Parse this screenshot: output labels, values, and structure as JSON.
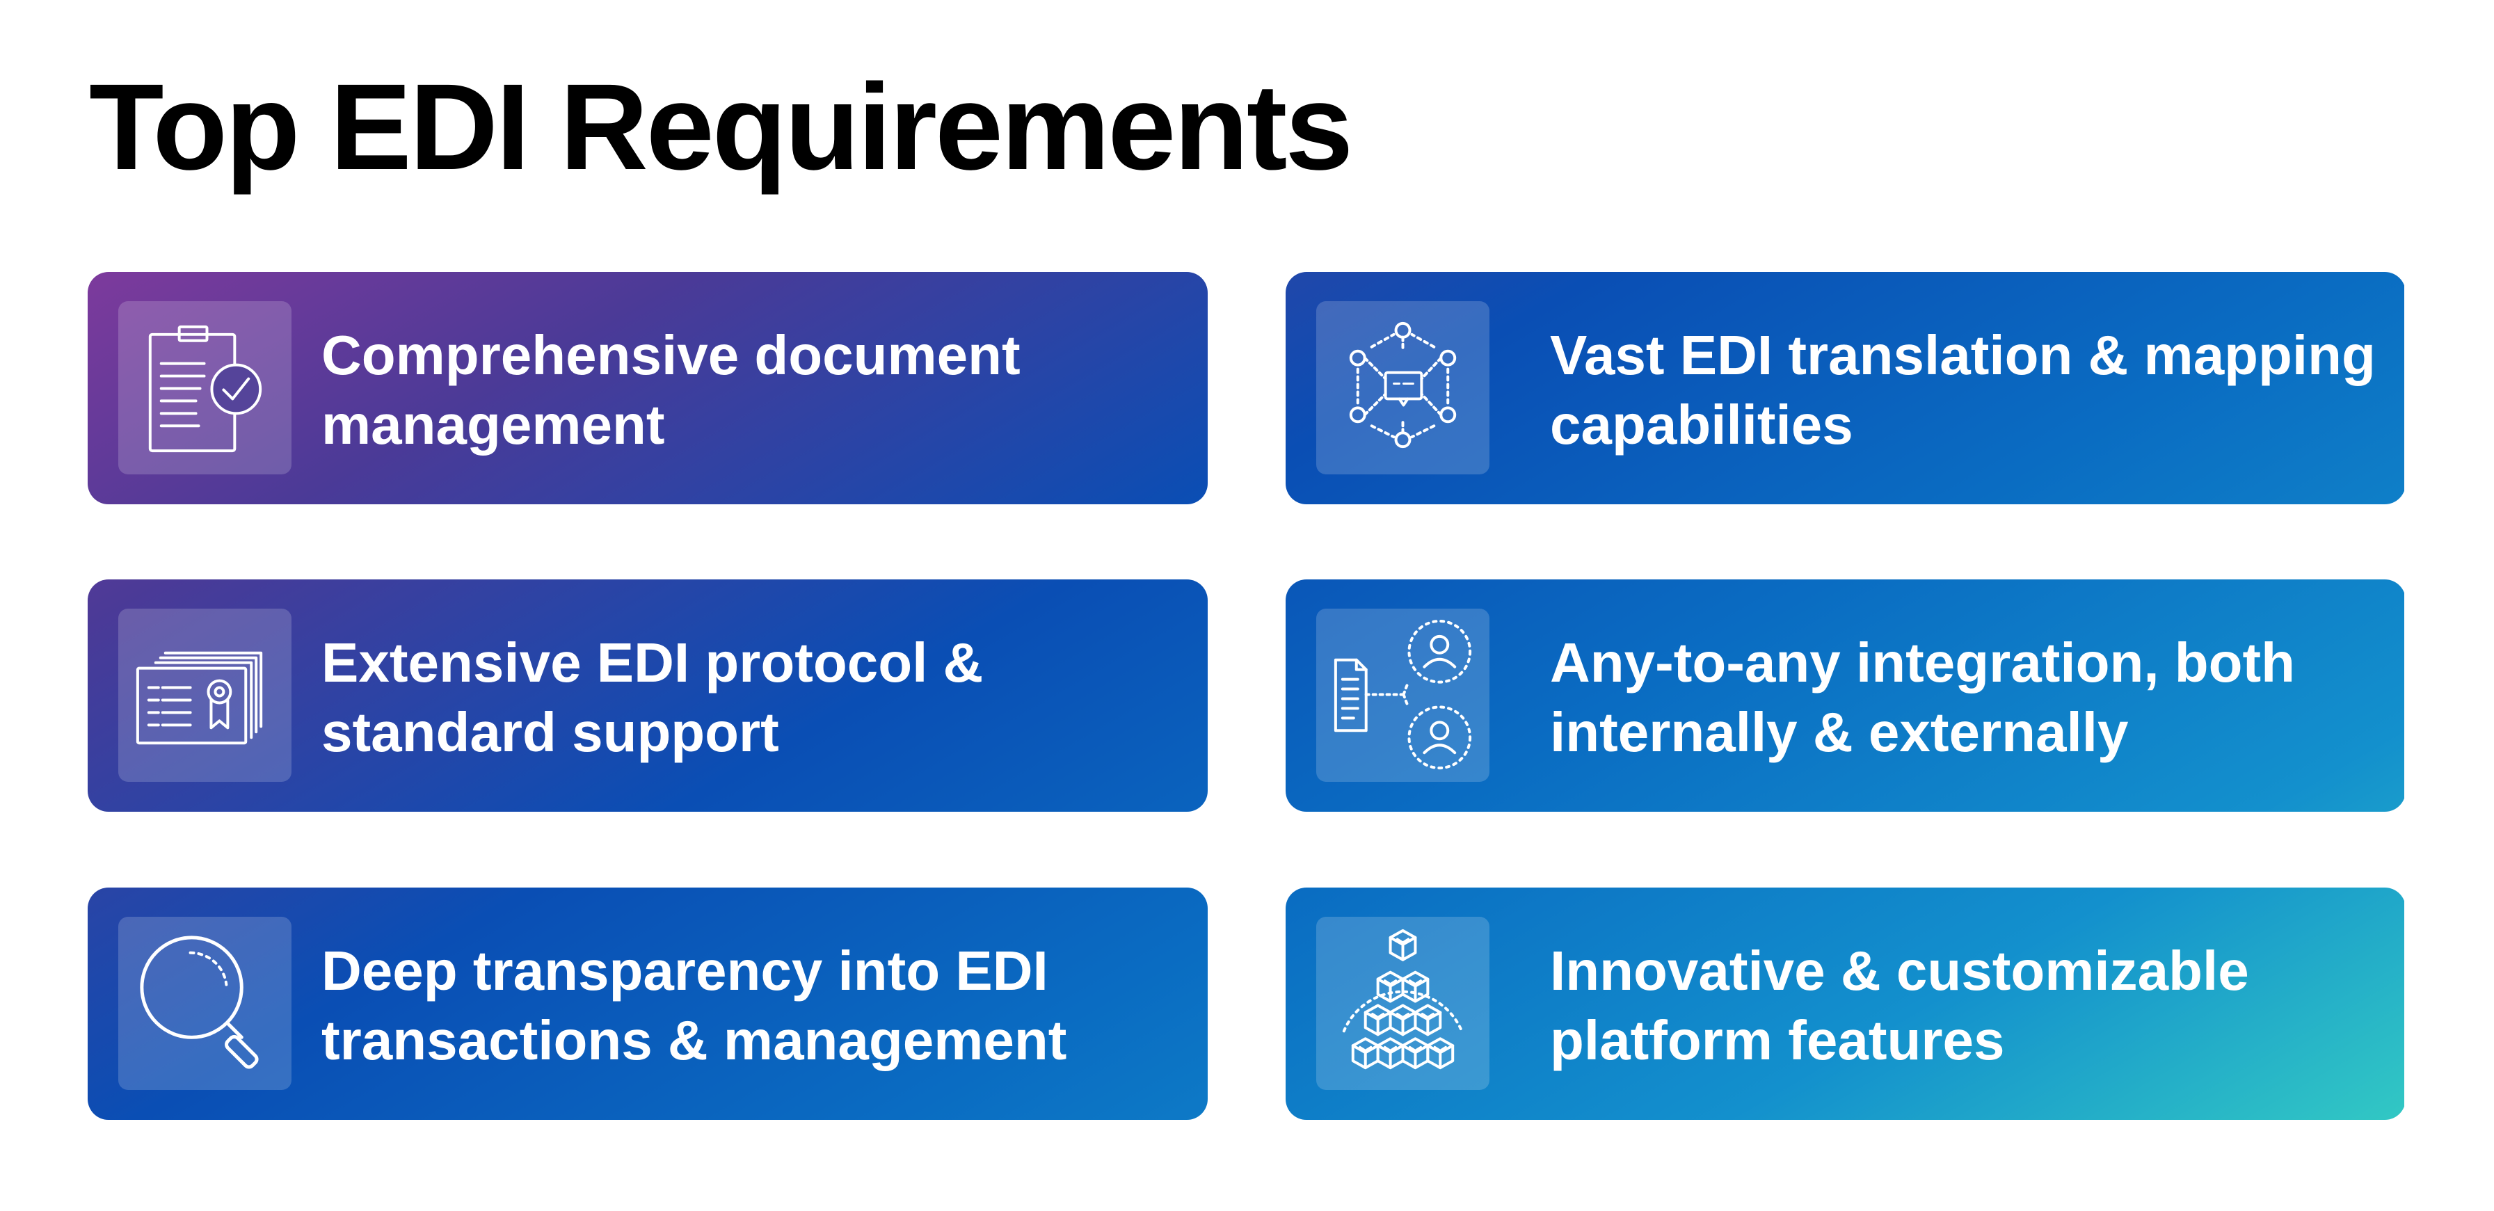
{
  "title": "Top EDI Requirements",
  "cards": [
    {
      "label": "Comprehensive document management",
      "icon": "clipboard-check-icon"
    },
    {
      "label": "Vast EDI translation & mapping capabilities",
      "icon": "network-hub-icon"
    },
    {
      "label": "Extensive EDI protocol & standard support",
      "icon": "stacked-certificates-icon"
    },
    {
      "label": "Any-to-any integration, both internally & externally",
      "icon": "document-to-users-icon"
    },
    {
      "label": "Deep transparency into EDI transactions & management",
      "icon": "magnifying-glass-icon"
    },
    {
      "label": "Innovative & customizable platform features",
      "icon": "cube-stack-icon"
    }
  ],
  "colors": {
    "background": "#ffffff",
    "title": "#000000",
    "card_text": "#ffffff",
    "gradient": [
      "#7d3a9c",
      "#4b3a97",
      "#0a4eb4",
      "#0a6cc2",
      "#1390cd",
      "#32c8c4"
    ]
  }
}
